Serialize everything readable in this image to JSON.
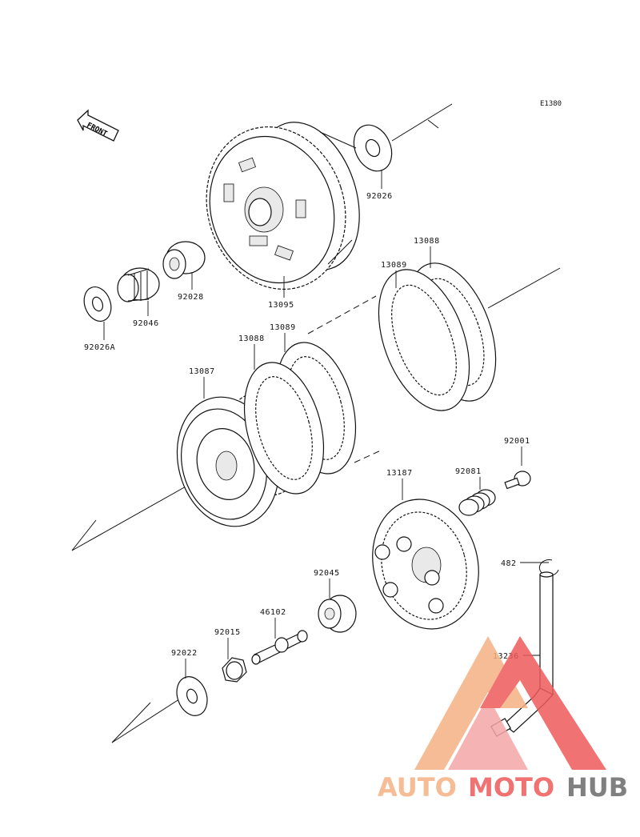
{
  "diagram": {
    "ref_code": "E1380",
    "front_label": "FRONT",
    "parts": {
      "p92026": "92026",
      "p92028": "92028",
      "p92046": "92046",
      "p92026A": "92026A",
      "p13095": "13095",
      "p13088_top": "13088",
      "p13089_top": "13089",
      "p13087": "13087",
      "p13088_mid": "13088",
      "p13089_mid": "13089",
      "p92001": "92001",
      "p92081": "92081",
      "p13187": "13187",
      "p482": "482",
      "p92045": "92045",
      "p46102": "46102",
      "p92015": "92015",
      "p92022": "92022",
      "p13236": "13236"
    }
  },
  "watermark": {
    "brand_part1": "AUTO",
    "brand_part2": "MOTO",
    "brand_part3": "HUB",
    "colors": {
      "orange": "#f4b183",
      "red": "#ee5a5a",
      "gray": "#6b6b6b"
    }
  }
}
